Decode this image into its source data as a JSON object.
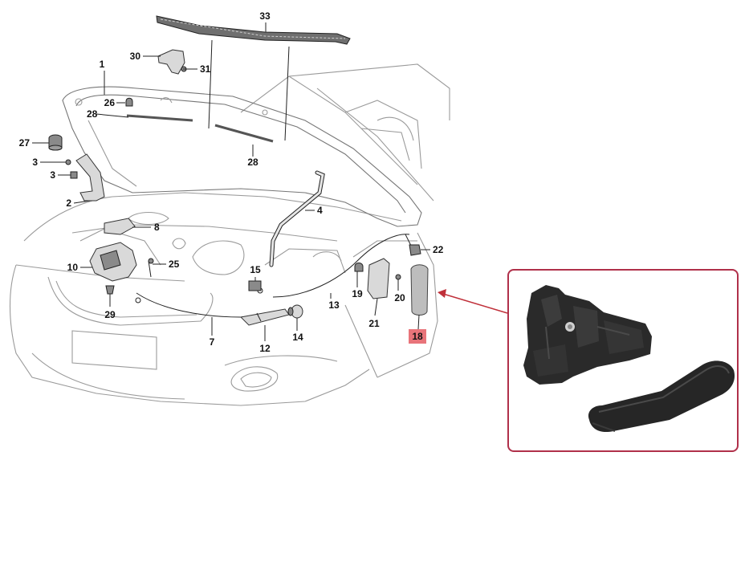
{
  "diagram": {
    "part_labels": {
      "p1": "1",
      "p2": "2",
      "p3a": "3",
      "p3b": "3",
      "p4": "4",
      "p7": "7",
      "p8": "8",
      "p10": "10",
      "p12": "12",
      "p13": "13",
      "p14": "14",
      "p15": "15",
      "p19": "19",
      "p20": "20",
      "p21": "21",
      "p22": "22",
      "p25": "25",
      "p26": "26",
      "p27": "27",
      "p28a": "28",
      "p28b": "28",
      "p29": "29",
      "p30": "30",
      "p31": "31",
      "p33": "33"
    },
    "highlighted_part": "18",
    "colors": {
      "highlight_fill": "#e8747a",
      "inset_border": "#b0304a",
      "arrow": "#c0303a",
      "line_art": "#9a9a9a"
    }
  }
}
